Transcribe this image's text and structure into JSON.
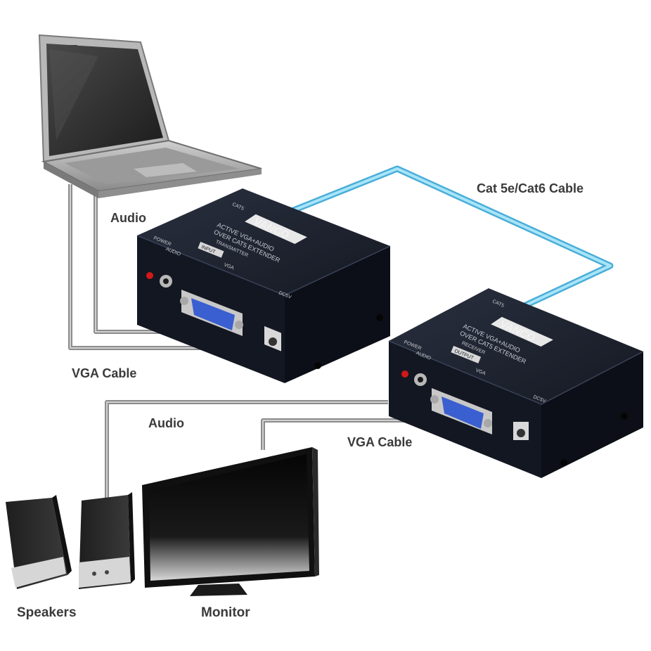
{
  "labels": {
    "cat_cable": "Cat 5e/Cat6 Cable",
    "audio_top": "Audio",
    "vga_top": "VGA Cable",
    "audio_bottom": "Audio",
    "vga_bottom": "VGA Cable",
    "speakers": "Speakers",
    "monitor": "Monitor"
  },
  "transmitter": {
    "brand": "VANCO",
    "line1": "ACTIVE VGA+AUDIO",
    "line2": "OVER CAT5 EXTENDER",
    "model": "TRANSMITTER",
    "port_tag": "INPUT",
    "audio_port": "AUDIO",
    "power_port": "POWER",
    "vga_port": "VGA",
    "dc_port": "DC5V",
    "cat_port": "CAT5"
  },
  "receiver": {
    "brand": "VANCO",
    "line1": "ACTIVE VGA+AUDIO",
    "line2": "OVER CAT5 EXTENDER",
    "model": "RECEIVER",
    "port_tag": "OUTPUT",
    "audio_port": "AUDIO",
    "power_port": "POWER",
    "vga_port": "VGA",
    "dc_port": "DC5V",
    "cat_port": "CAT5"
  },
  "colors": {
    "cat_cable": "#7fd0ee",
    "cable_gray": "#8c8c8c",
    "device_body": "#1a1e28",
    "vga_blue": "#3a5fd0",
    "label_text": "#3a3a3a"
  }
}
